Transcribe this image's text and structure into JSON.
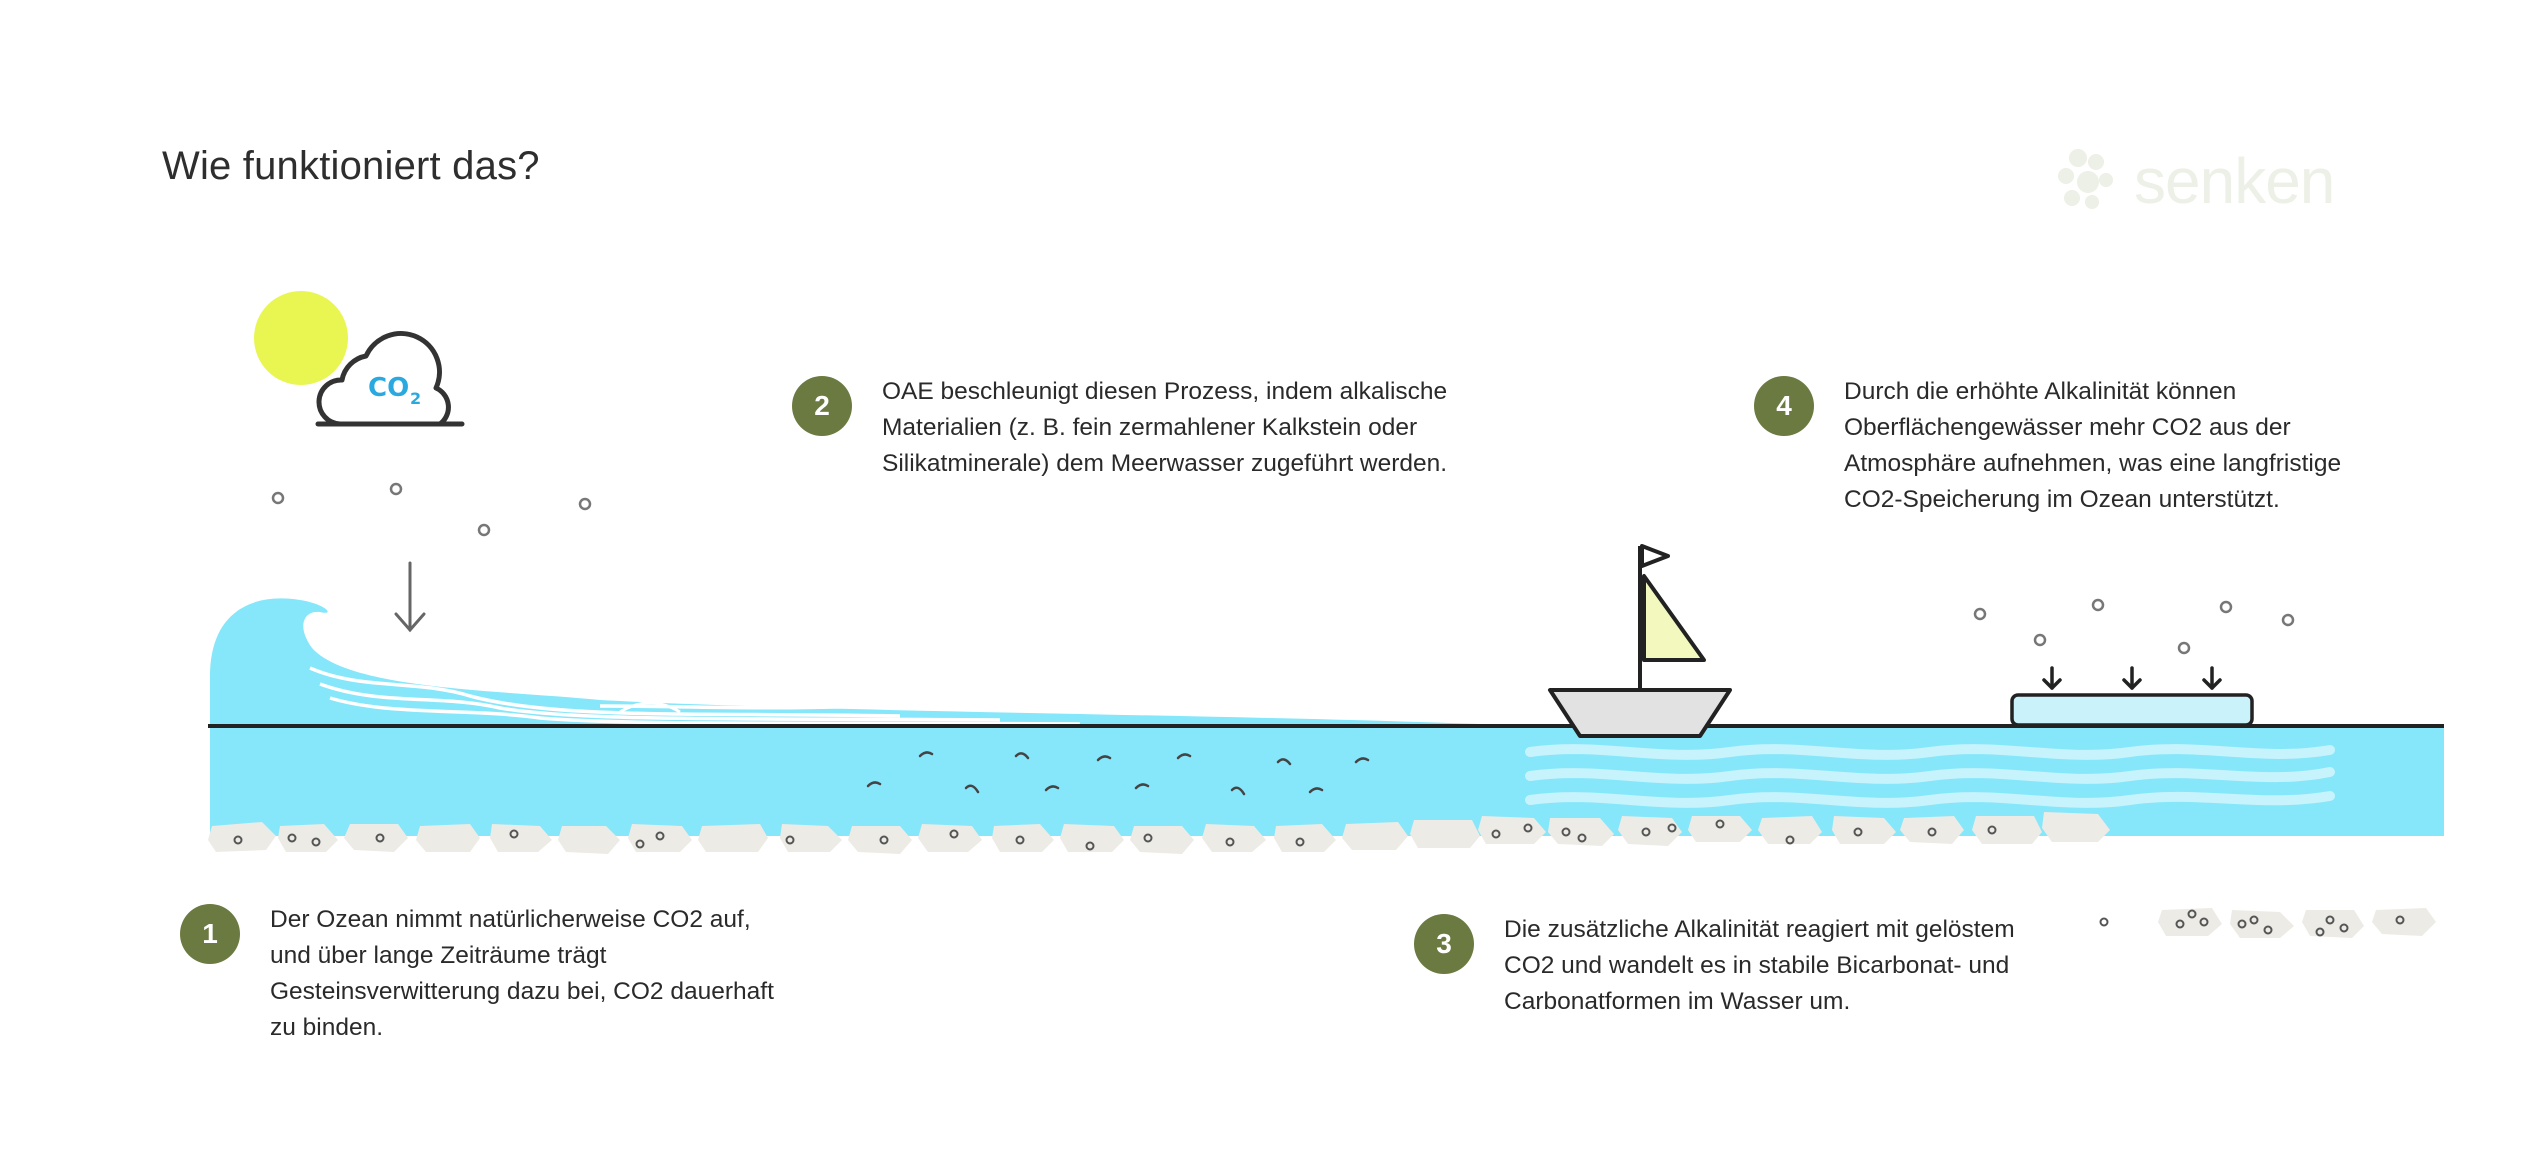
{
  "title": "Wie funktioniert das?",
  "logo": {
    "text": "senken",
    "icon": "paw-dots-icon",
    "color": "#edf0e6"
  },
  "co2_label": "CO",
  "co2_subscript": "2",
  "colors": {
    "water": "#86e6fa",
    "sun": "#e9f551",
    "badge": "#6b7a40",
    "rock": "#edebe6",
    "co2_text": "#29a9e0",
    "sail": "#f3f8bf"
  },
  "steps": [
    {
      "number": "1",
      "lines": [
        "Der Ozean nimmt natürlicherweise CO2 auf,",
        "und über lange Zeiträume trägt",
        "Gesteinsverwitterung dazu bei, CO2 dauerhaft",
        "zu binden."
      ]
    },
    {
      "number": "2",
      "lines": [
        "OAE beschleunigt diesen Prozess, indem alkalische",
        "Materialien (z. B. fein zermahlener Kalkstein oder",
        "Silikatminerale) dem Meerwasser zugeführt werden."
      ]
    },
    {
      "number": "3",
      "lines": [
        "Die zusätzliche Alkalinität reagiert mit gelöstem",
        "CO2 und wandelt es in stabile Bicarbonat- und",
        "Carbonatformen im Wasser um."
      ]
    },
    {
      "number": "4",
      "lines": [
        "Durch die erhöhte Alkalinität können",
        "Oberflächengewässer mehr CO2 aus der",
        "Atmosphäre aufnehmen, was eine langfristige",
        "CO2-Speicherung im Ozean unterstützt."
      ]
    }
  ]
}
